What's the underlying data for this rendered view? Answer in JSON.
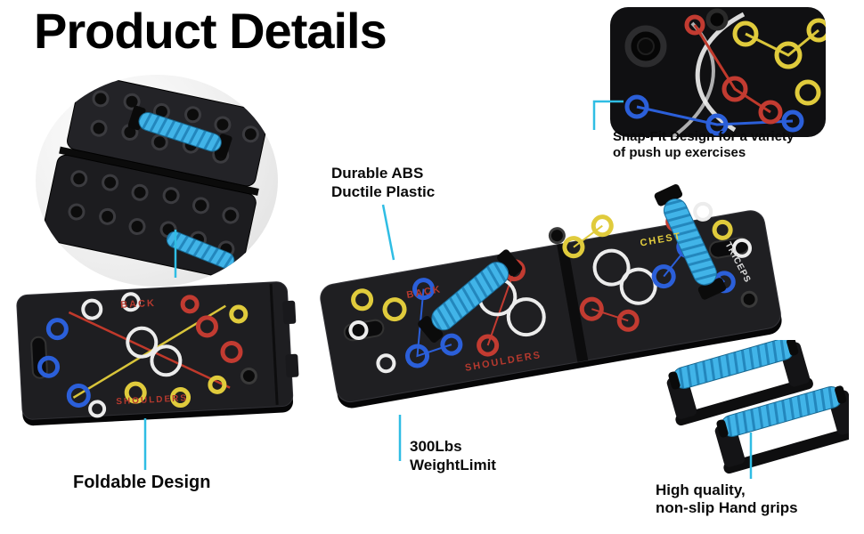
{
  "page": {
    "title": "Product Details"
  },
  "annotations": {
    "snap_fit_line1": "Snap-Fit Design for a variety",
    "snap_fit_line2": "of push up exercises",
    "durable_line1": "Durable ABS",
    "durable_line2": "Ductile Plastic",
    "foldable": "Foldable Design",
    "weight_line1": "300Lbs",
    "weight_line2": "WeightLimit",
    "grips_line1": "High quality,",
    "grips_line2": "non-slip Hand grips"
  },
  "board_labels": {
    "main_back": "BACK",
    "main_chest": "CHEST",
    "main_triceps": "TRICEPS",
    "main_shoulders": "SHOULDERS",
    "folded_back": "BACK",
    "folded_shoulders": "SHOULDERS"
  },
  "colors": {
    "accent_leader_line": "#2fbde4",
    "board_black": "#1f1f22",
    "ring_yellow": "#e0cb3c",
    "ring_red": "#c23b31",
    "ring_blue": "#2b5fd9",
    "ring_white": "#ececec",
    "handle_blue": "#41b4e8",
    "label_red": "#b5392e",
    "title_black": "#000000"
  }
}
